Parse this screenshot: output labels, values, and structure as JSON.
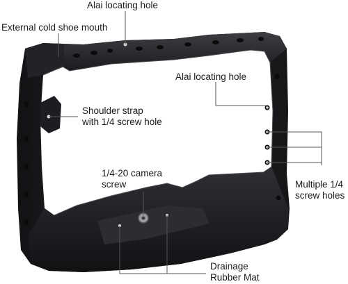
{
  "annotations": {
    "top_locating_hole": "Alai locating hole",
    "cold_shoe": "External cold shoe mouth",
    "right_locating_hole": "Alai locating hole",
    "shoulder_strap_line1": "Shoulder strap",
    "shoulder_strap_line2": "with 1/4 screw hole",
    "camera_screw_line1": "1/4-20 camera",
    "camera_screw_line2": "screw",
    "multiple_holes_line1": "Multiple 1/4",
    "multiple_holes_line2": "screw holes",
    "drainage_line1": "Drainage",
    "drainage_line2": "Rubber Mat"
  },
  "colors": {
    "cage": "#1b1c1e",
    "cage_edge": "#3a3c40",
    "leader": "#555555",
    "text": "#1a1a1a"
  }
}
